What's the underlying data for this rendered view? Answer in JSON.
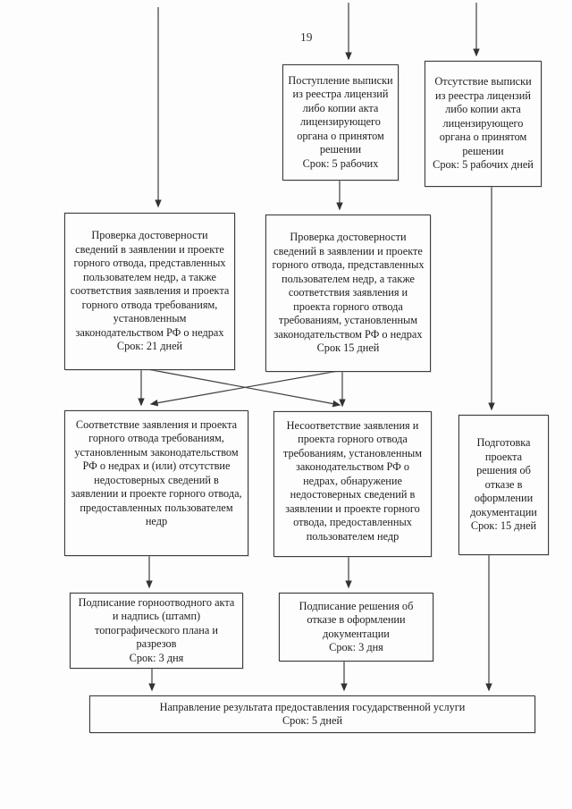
{
  "page_number": "19",
  "boxes": {
    "receipt": {
      "text": "Поступление выписки из реестра лицензий либо копии акта лицензирующего органа о принятом решении",
      "term": "Срок: 5 рабочих"
    },
    "absence": {
      "text": "Отсутствие выписки из реестра лицензий либо копии акта лицензирующего органа о принятом решении",
      "term": "Срок: 5 рабочих дней"
    },
    "check_left": {
      "text": "Проверка достоверности сведений в заявлении и проекте горного отвода, представленных пользователем недр, а также соответствия заявления и проекта горного отвода требованиям, установленным законодательством РФ о недрах",
      "term": "Срок: 21 дней"
    },
    "check_mid": {
      "text": "Проверка достоверности сведений в заявлении и проекте горного отвода, представленных пользователем недр, а также соответствия заявления и проекта горного отвода требованиям, установленным законодательством РФ о недрах",
      "term": "Срок 15 дней"
    },
    "compliance": {
      "text": "Соответствие заявления и проекта горного отвода требованиям, установленным законодательством РФ о недрах и (или) отсутствие недостоверных сведений в заявлении и проекте горного отвода, предоставленных пользователем недр"
    },
    "noncompliance": {
      "text": "Несоответствие заявления и проекта горного отвода требованиям, установленным законодательством РФ о недрах, обнаружение недостоверных сведений в заявлении и проекте горного отвода, предоставленных пользователем недр"
    },
    "refusal_draft": {
      "text": "Подготовка проекта решения об отказе в оформлении документации",
      "term": "Срок: 15 дней"
    },
    "signing_act": {
      "text": "Подписание горноотводного акта и надпись (штамп) топографического плана и разрезов",
      "term": "Срок: 3 дня"
    },
    "signing_refusal": {
      "text": "Подписание решения об отказе в оформлении документации",
      "term": "Срок: 3 дня"
    },
    "result": {
      "text": "Направление результата предоставления государственной услуги",
      "term": "Срок: 5 дней"
    }
  }
}
